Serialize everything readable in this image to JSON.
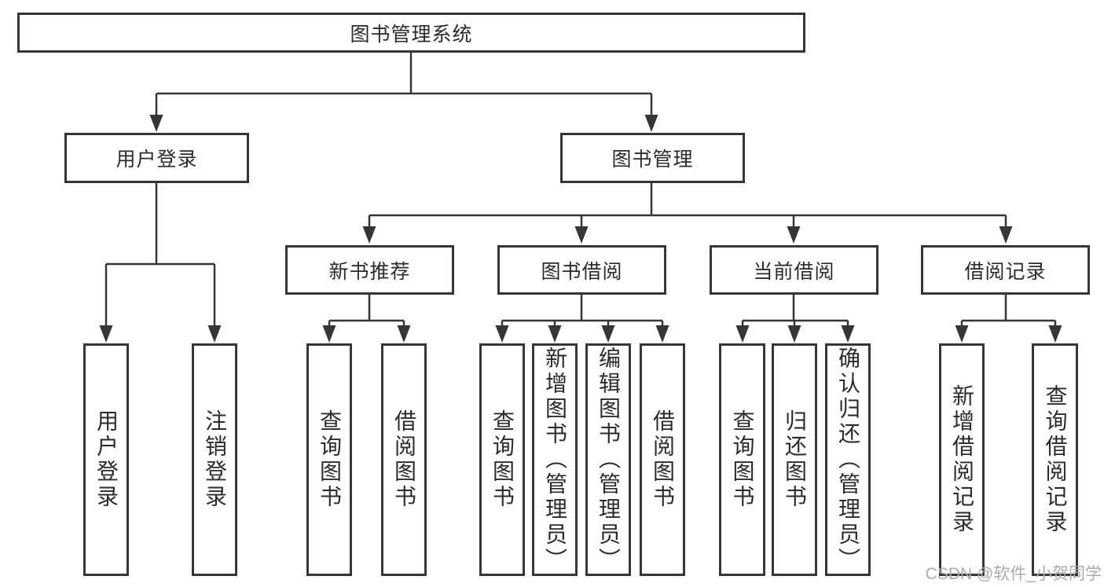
{
  "diagram": {
    "nodes": {
      "root": "图书管理系统",
      "level2": [
        "用户登录",
        "图书管理"
      ],
      "level3": [
        "新书推荐",
        "图书借阅",
        "当前借阅",
        "借阅记录"
      ],
      "leaves_user_login": [
        "用户登录",
        "注销登录"
      ],
      "leaves_new_books": [
        "查询图书",
        "借阅图书"
      ],
      "leaves_book_borrow": [
        "查询图书",
        "新增图书（管理员）",
        "编辑图书（管理员）",
        "借阅图书"
      ],
      "leaves_current_borrow": [
        "查询图书",
        "归还图书",
        "确认归还（管理员）"
      ],
      "leaves_borrow_records": [
        "新增借阅记录",
        "查询借阅记录"
      ]
    },
    "watermark": "CSDN @软件_小贺同学",
    "colors": {
      "line": "#363636",
      "text": "#2b2b2b",
      "watermark": "#ababab",
      "background": "#ffffff"
    }
  }
}
